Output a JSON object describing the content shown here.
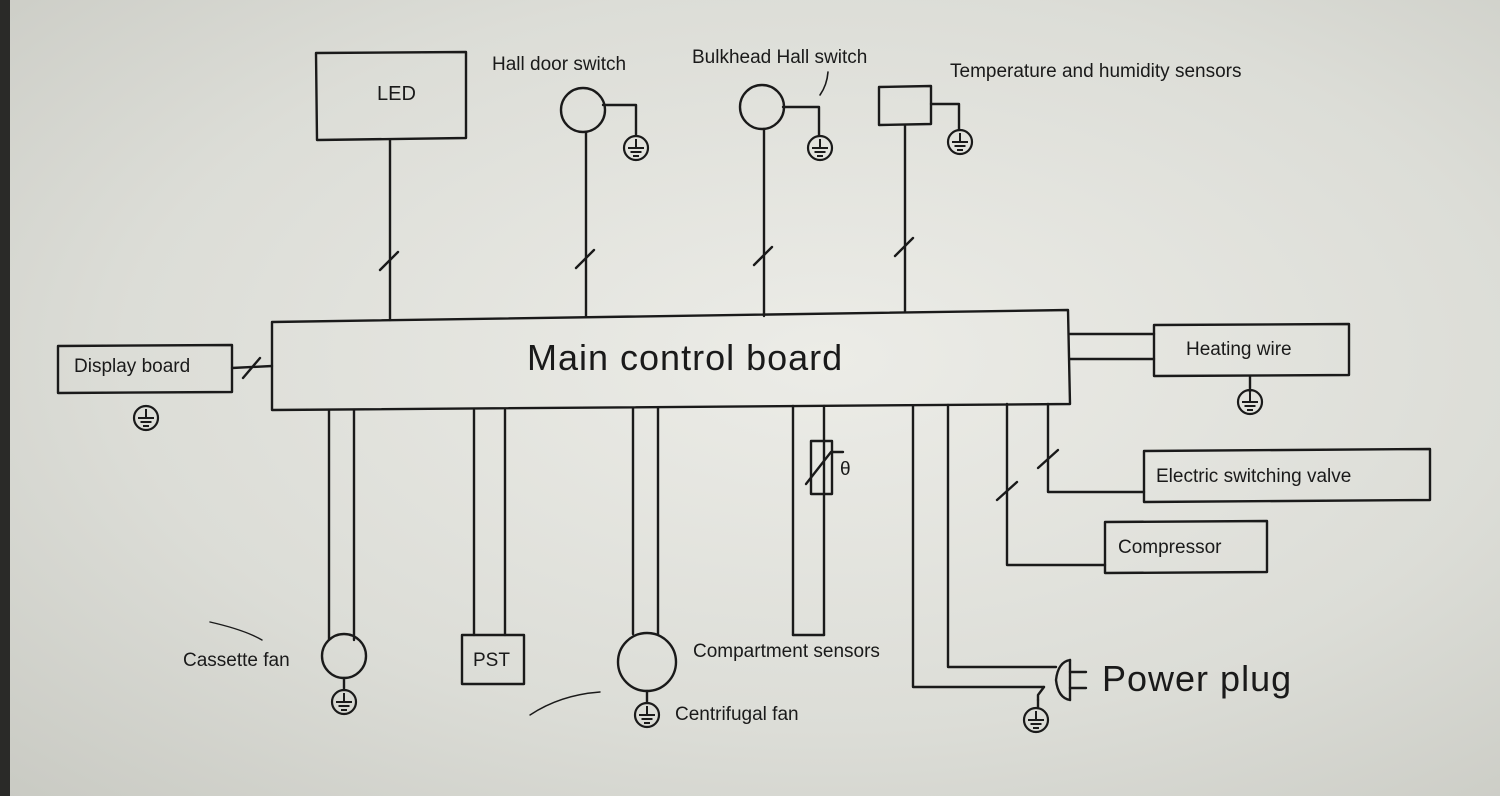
{
  "diagram": {
    "main": "Main control board",
    "led": "LED",
    "hall_door_switch": "Hall door switch",
    "bulkhead_hall_switch": "Bulkhead Hall switch",
    "temp_humidity_sensors": "Temperature and humidity sensors",
    "display_board": "Display board",
    "heating_wire": "Heating wire",
    "electric_switching_valve": "Electric switching valve",
    "compressor": "Compressor",
    "cassette_fan": "Cassette fan",
    "pst": "PST",
    "centrifugal_fan": "Centrifugal fan",
    "compartment_sensors": "Compartment sensors",
    "thermistor_symbol": "θ",
    "power_plug": "Power plug"
  }
}
